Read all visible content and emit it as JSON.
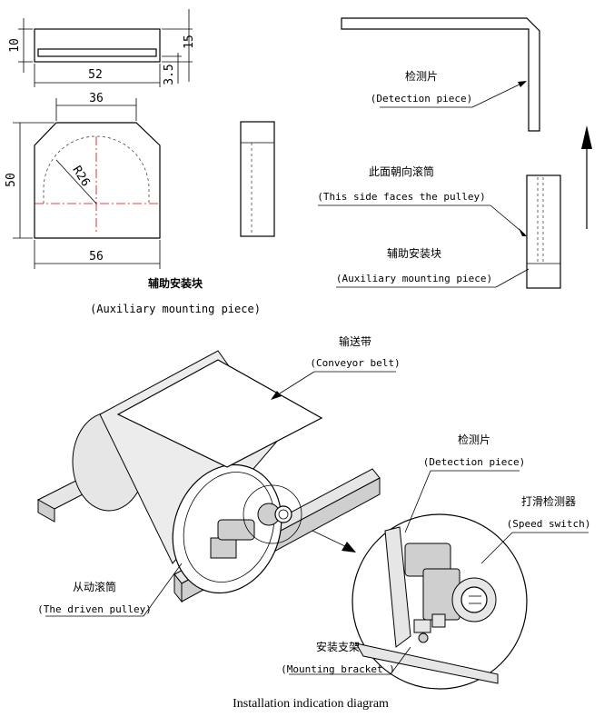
{
  "dimensions": {
    "top_thickness": "10",
    "top_total": "15",
    "top_length": "52",
    "top_step": "3.5",
    "block_top_width": "36",
    "block_height": "50",
    "block_radius": "R26",
    "block_bottom_width": "56"
  },
  "aux_piece": {
    "title_cn": "辅助安装块",
    "title_en": "(Auxiliary mounting piece)"
  },
  "right_labels": {
    "detection_cn": "检测片",
    "detection_en": "(Detection piece)",
    "side_cn": "此面朝向滚筒",
    "side_en": "(This side faces the pulley)",
    "aux_cn": "辅助安装块",
    "aux_en": "(Auxiliary mounting piece)"
  },
  "assembly_labels": {
    "belt_cn": "输送带",
    "belt_en": "(Conveyor belt)",
    "detect_cn": "检测片",
    "detect_en": "(Detection piece)",
    "switch_cn": "打滑检测器",
    "switch_en": "(Speed switch)",
    "pulley_cn": "从动滚筒",
    "pulley_en": "(The driven pulley)",
    "bracket_cn": "安装支架",
    "bracket_en": "(Mounting bracket )"
  },
  "caption": "Installation indication diagram"
}
